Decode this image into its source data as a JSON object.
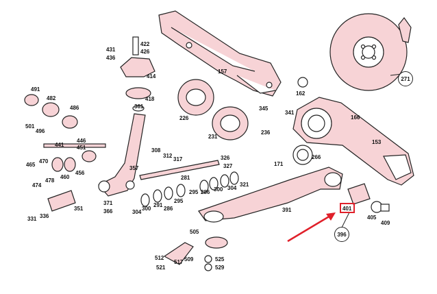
{
  "labels": {
    "l422": "422",
    "l426": "426",
    "l431": "431",
    "l436": "436",
    "l414": "414",
    "l418": "418",
    "l361": "361",
    "l157": "157",
    "l162": "162",
    "l345": "345",
    "l341": "341",
    "l166": "166",
    "l491": "491",
    "l482": "482",
    "l486": "486",
    "l501": "501",
    "l496": "496",
    "l441": "441",
    "l446": "446",
    "l451": "451",
    "l226": "226",
    "l231": "231",
    "l236": "236",
    "l153": "153",
    "l171": "171",
    "l266": "266",
    "l465": "465",
    "l470": "470",
    "l460": "460",
    "l456": "456",
    "l478": "478",
    "l474": "474",
    "l308": "308",
    "l312": "312",
    "l317": "317",
    "l326": "326",
    "l327": "327",
    "l357": "357",
    "l281": "281",
    "l295a": "295",
    "l286a": "286",
    "l300a": "300",
    "l304a": "304",
    "l321": "321",
    "l351": "351",
    "l331": "331",
    "l336": "336",
    "l371": "371",
    "l366": "366",
    "l304b": "304",
    "l300b": "300",
    "l291": "291",
    "l286b": "286",
    "l295b": "295",
    "l391": "391",
    "l505": "505",
    "l512": "512",
    "l517": "517",
    "l509": "509",
    "l521": "521",
    "l525": "525",
    "l529": "529",
    "l405": "405",
    "l409": "409"
  },
  "circled": {
    "c271": "271",
    "c396": "396"
  },
  "highlight": {
    "label": "401"
  },
  "colors": {
    "accent": "#e0202a",
    "ink": "#222222",
    "tint": "#f7d3d6"
  }
}
